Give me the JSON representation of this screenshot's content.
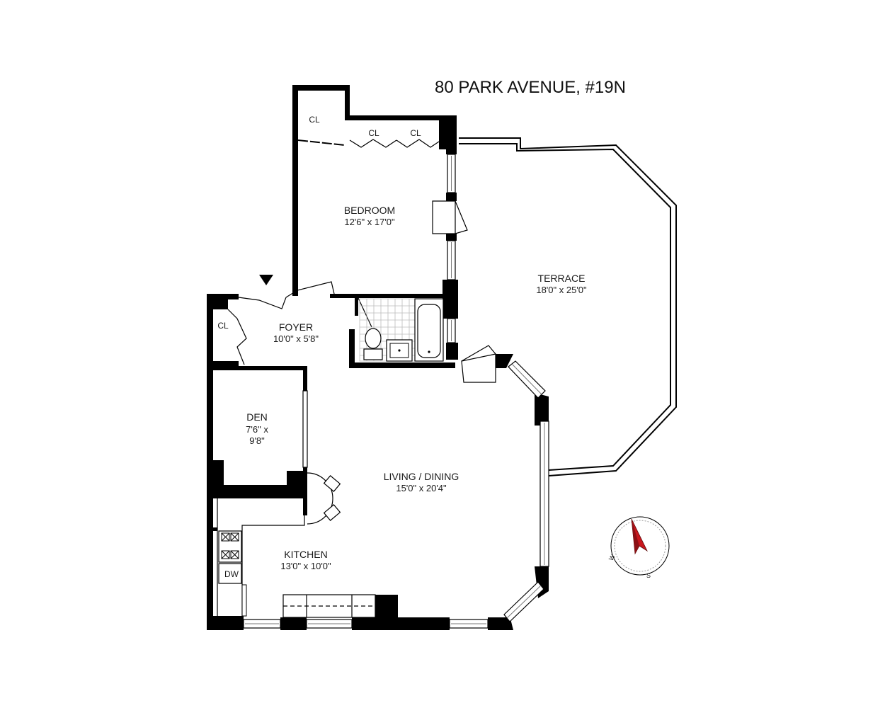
{
  "title": "80 PARK AVENUE, #19N",
  "rooms": {
    "bedroom": {
      "name": "BEDROOM",
      "dims": "12'6\" x 17'0\""
    },
    "terrace": {
      "name": "TERRACE",
      "dims": "18'0\" x 25'0\""
    },
    "foyer": {
      "name": "FOYER",
      "dims": "10'0\" x 5'8\""
    },
    "den": {
      "name": "DEN",
      "dims_line1": "7'6\" x",
      "dims_line2": "9'8\""
    },
    "living": {
      "name": "LIVING / DINING",
      "dims": "15'0\" x 20'4\""
    },
    "kitchen": {
      "name": "KITCHEN",
      "dims": "13'0\" x 10'0\""
    }
  },
  "closets": [
    "CL",
    "CL",
    "CL",
    "CL"
  ],
  "appliances": {
    "dishwasher": "DW"
  },
  "compass": {
    "letters": [
      "W",
      "S"
    ],
    "icon": "compass-icon",
    "needle_color": "#c8161d"
  },
  "entry_marker": "entry-arrow-icon"
}
